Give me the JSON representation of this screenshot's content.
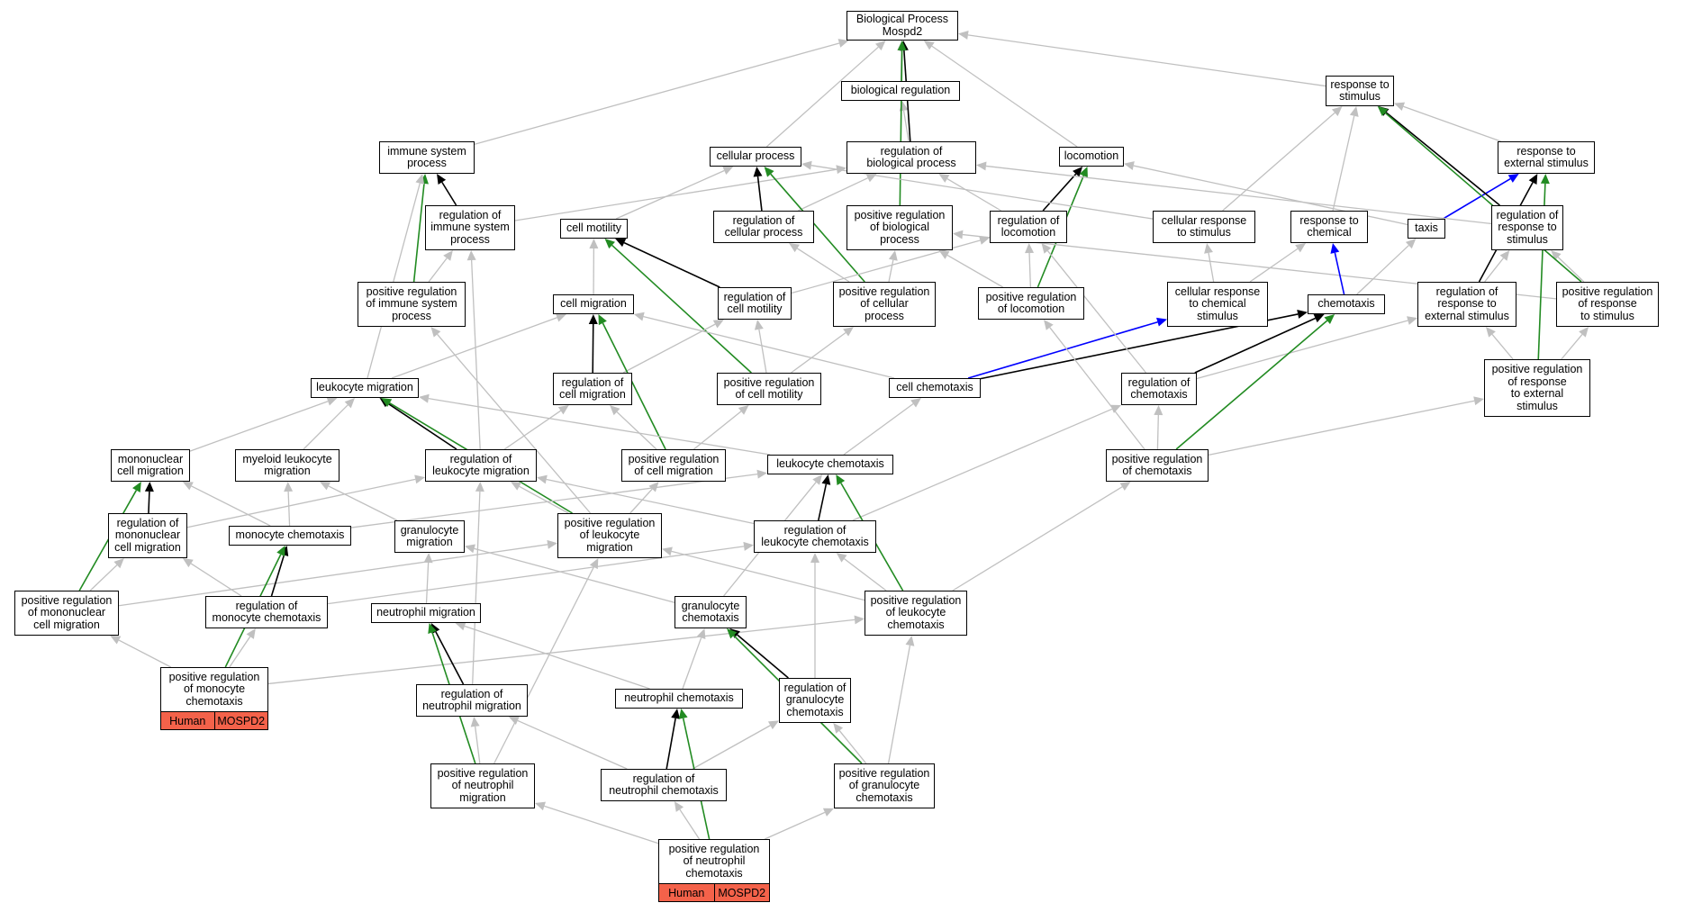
{
  "colors": {
    "gray": "#c0c0c0",
    "black": "#000000",
    "green": "#228b22",
    "blue": "#0000ff",
    "badge": "#f4624a"
  },
  "nodes": {
    "bp": "Biological Process\nMospd2",
    "br": "biological regulation",
    "rts": "response to\nstimulus",
    "isp": "immune system\nprocess",
    "cp": "cellular process",
    "rbp": "regulation of\nbiological process",
    "loc": "locomotion",
    "rtes": "response to\nexternal stimulus",
    "risp": "regulation of\nimmune system\nprocess",
    "cmot": "cell motility",
    "rcp": "regulation of\ncellular process",
    "prbp": "positive regulation\nof biological\nprocess",
    "rloc": "regulation of\nlocomotion",
    "crts": "cellular response\nto stimulus",
    "rtc": "response to\nchemical",
    "taxis": "taxis",
    "rrts": "regulation of\nresponse to\nstimulus",
    "prisp": "positive regulation\nof immune system\nprocess",
    "cmig": "cell migration",
    "rcmot": "regulation of\ncell motility",
    "prcp": "positive regulation\nof cellular\nprocess",
    "prloc": "positive regulation\nof locomotion",
    "crcs": "cellular response\nto chemical\nstimulus",
    "chemo": "chemotaxis",
    "rrtes": "regulation of\nresponse to\nexternal stimulus",
    "prrts": "positive regulation\nof response\nto stimulus",
    "lmig": "leukocyte migration",
    "rcmig": "regulation of\ncell migration",
    "prcmot": "positive regulation\nof cell motility",
    "cchemo": "cell chemotaxis",
    "rchemo": "regulation of\nchemotaxis",
    "prrtes": "positive regulation\nof response\nto external\nstimulus",
    "mncm": "mononuclear\ncell migration",
    "mlm": "myeloid leukocyte\nmigration",
    "rlmig": "regulation of\nleukocyte migration",
    "prcmig": "positive regulation\nof cell migration",
    "lchemo": "leukocyte chemotaxis",
    "prchemo": "positive regulation\nof chemotaxis",
    "rmncm": "regulation of\nmononuclear\ncell migration",
    "mchemo": "monocyte chemotaxis",
    "gmig": "granulocyte\nmigration",
    "prlmig": "positive regulation\nof leukocyte\nmigration",
    "rlchemo": "regulation of\nleukocyte chemotaxis",
    "prmncm": "positive regulation\nof mononuclear\ncell migration",
    "rmchemo": "regulation of\nmonocyte chemotaxis",
    "nmig": "neutrophil migration",
    "gchemo": "granulocyte\nchemotaxis",
    "prlchemo": "positive regulation\nof leukocyte\nchemotaxis",
    "prmchemo": "positive regulation\nof monocyte\nchemotaxis",
    "rnmig": "regulation of\nneutrophil migration",
    "nchemo": "neutrophil chemotaxis",
    "rgchemo": "regulation of\ngranulocyte\nchemotaxis",
    "prnmig": "positive regulation\nof neutrophil\nmigration",
    "rnchemo": "regulation of\nneutrophil chemotaxis",
    "prgchemo": "positive regulation\nof granulocyte\nchemotaxis",
    "prnchemo": "positive regulation\nof neutrophil\nchemotaxis"
  },
  "annotations": [
    {
      "node": "prmchemo",
      "species": "Human",
      "gene": "MOSPD2"
    },
    {
      "node": "prnchemo",
      "species": "Human",
      "gene": "MOSPD2"
    }
  ],
  "edges": [
    [
      "br",
      "bp",
      "g"
    ],
    [
      "rbp",
      "br",
      "g"
    ],
    [
      "rbp",
      "bp",
      "k"
    ],
    [
      "prbp",
      "bp",
      "G"
    ],
    [
      "isp",
      "bp",
      "g"
    ],
    [
      "cp",
      "bp",
      "g"
    ],
    [
      "loc",
      "bp",
      "g"
    ],
    [
      "rts",
      "bp",
      "g"
    ],
    [
      "risp",
      "isp",
      "k"
    ],
    [
      "prisp",
      "isp",
      "G"
    ],
    [
      "lmig",
      "isp",
      "g"
    ],
    [
      "risp",
      "rbp",
      "g"
    ],
    [
      "prisp",
      "risp",
      "g"
    ],
    [
      "cmot",
      "cp",
      "g"
    ],
    [
      "rcp",
      "cp",
      "k"
    ],
    [
      "rcp",
      "rbp",
      "g"
    ],
    [
      "prcp",
      "cp",
      "G"
    ],
    [
      "prcp",
      "rcp",
      "g"
    ],
    [
      "prcp",
      "prbp",
      "g"
    ],
    [
      "rloc",
      "loc",
      "k"
    ],
    [
      "prloc",
      "loc",
      "G"
    ],
    [
      "rloc",
      "rbp",
      "g"
    ],
    [
      "prloc",
      "rloc",
      "g"
    ],
    [
      "prloc",
      "prbp",
      "g"
    ],
    [
      "crts",
      "cp",
      "g"
    ],
    [
      "crts",
      "rts",
      "g"
    ],
    [
      "crcs",
      "crts",
      "g"
    ],
    [
      "crcs",
      "rtc",
      "g"
    ],
    [
      "rtc",
      "rts",
      "g"
    ],
    [
      "rtes",
      "rts",
      "g"
    ],
    [
      "taxis",
      "rtes",
      "B"
    ],
    [
      "taxis",
      "loc",
      "g"
    ],
    [
      "rrts",
      "rts",
      "k"
    ],
    [
      "rrts",
      "rbp",
      "g"
    ],
    [
      "prrts",
      "rrts",
      "g"
    ],
    [
      "prrts",
      "rts",
      "G"
    ],
    [
      "prrts",
      "prbp",
      "g"
    ],
    [
      "rrtes",
      "rtes",
      "k"
    ],
    [
      "rrtes",
      "rrts",
      "g"
    ],
    [
      "prrtes",
      "rrtes",
      "g"
    ],
    [
      "prrtes",
      "rtes",
      "G"
    ],
    [
      "prrtes",
      "prrts",
      "g"
    ],
    [
      "cmig",
      "cmot",
      "g"
    ],
    [
      "rcmot",
      "cmot",
      "k"
    ],
    [
      "rcmot",
      "rloc",
      "g"
    ],
    [
      "prcmot",
      "cmot",
      "G"
    ],
    [
      "prcmot",
      "rcmot",
      "g"
    ],
    [
      "prcmot",
      "prcp",
      "g"
    ],
    [
      "rcmig",
      "cmig",
      "k"
    ],
    [
      "rcmig",
      "rcmot",
      "g"
    ],
    [
      "prcmig",
      "cmig",
      "G"
    ],
    [
      "prcmig",
      "prcmot",
      "g"
    ],
    [
      "prcmig",
      "rcmig",
      "g"
    ],
    [
      "chemo",
      "taxis",
      "g"
    ],
    [
      "chemo",
      "rtc",
      "B"
    ],
    [
      "cchemo",
      "crcs",
      "B"
    ],
    [
      "cchemo",
      "chemo",
      "k"
    ],
    [
      "cchemo",
      "cmig",
      "g"
    ],
    [
      "rchemo",
      "chemo",
      "k"
    ],
    [
      "rchemo",
      "rloc",
      "g"
    ],
    [
      "rchemo",
      "rrtes",
      "g"
    ],
    [
      "prchemo",
      "rchemo",
      "g"
    ],
    [
      "prchemo",
      "chemo",
      "G"
    ],
    [
      "prchemo",
      "prloc",
      "g"
    ],
    [
      "prchemo",
      "prrtes",
      "g"
    ],
    [
      "lmig",
      "cmig",
      "g"
    ],
    [
      "rlmig",
      "lmig",
      "k"
    ],
    [
      "rlmig",
      "rcmig",
      "g"
    ],
    [
      "rlmig",
      "risp",
      "g"
    ],
    [
      "prlmig",
      "lmig",
      "G"
    ],
    [
      "prlmig",
      "rlmig",
      "g"
    ],
    [
      "prlmig",
      "prcmig",
      "g"
    ],
    [
      "prlmig",
      "prisp",
      "g"
    ],
    [
      "mncm",
      "lmig",
      "g"
    ],
    [
      "mlm",
      "lmig",
      "g"
    ],
    [
      "lchemo",
      "lmig",
      "g"
    ],
    [
      "lchemo",
      "cchemo",
      "g"
    ],
    [
      "rlchemo",
      "lchemo",
      "k"
    ],
    [
      "rlchemo",
      "rlmig",
      "g"
    ],
    [
      "rlchemo",
      "rchemo",
      "g"
    ],
    [
      "prlchemo",
      "lchemo",
      "G"
    ],
    [
      "prlchemo",
      "rlchemo",
      "g"
    ],
    [
      "prlchemo",
      "prlmig",
      "g"
    ],
    [
      "prlchemo",
      "prchemo",
      "g"
    ],
    [
      "rmncm",
      "mncm",
      "k"
    ],
    [
      "rmncm",
      "rlmig",
      "g"
    ],
    [
      "prmncm",
      "mncm",
      "G"
    ],
    [
      "prmncm",
      "rmncm",
      "g"
    ],
    [
      "prmncm",
      "prlmig",
      "g"
    ],
    [
      "mchemo",
      "mncm",
      "g"
    ],
    [
      "mchemo",
      "mlm",
      "g"
    ],
    [
      "mchemo",
      "lchemo",
      "g"
    ],
    [
      "rmchemo",
      "mchemo",
      "k"
    ],
    [
      "rmchemo",
      "rmncm",
      "g"
    ],
    [
      "rmchemo",
      "rlchemo",
      "g"
    ],
    [
      "prmchemo",
      "mchemo",
      "G"
    ],
    [
      "prmchemo",
      "rmchemo",
      "g"
    ],
    [
      "prmchemo",
      "prmncm",
      "g"
    ],
    [
      "prmchemo",
      "prlchemo",
      "g"
    ],
    [
      "gmig",
      "mlm",
      "g"
    ],
    [
      "nmig",
      "gmig",
      "g"
    ],
    [
      "gchemo",
      "gmig",
      "g"
    ],
    [
      "gchemo",
      "lchemo",
      "g"
    ],
    [
      "rnmig",
      "nmig",
      "k"
    ],
    [
      "rnmig",
      "rlmig",
      "g"
    ],
    [
      "prnmig",
      "nmig",
      "G"
    ],
    [
      "prnmig",
      "rnmig",
      "g"
    ],
    [
      "prnmig",
      "prlmig",
      "g"
    ],
    [
      "nchemo",
      "nmig",
      "g"
    ],
    [
      "nchemo",
      "gchemo",
      "g"
    ],
    [
      "rgchemo",
      "gchemo",
      "k"
    ],
    [
      "rgchemo",
      "rlchemo",
      "g"
    ],
    [
      "rnchemo",
      "nchemo",
      "k"
    ],
    [
      "rnchemo",
      "rnmig",
      "g"
    ],
    [
      "rnchemo",
      "rgchemo",
      "g"
    ],
    [
      "prgchemo",
      "gchemo",
      "G"
    ],
    [
      "prgchemo",
      "rgchemo",
      "g"
    ],
    [
      "prgchemo",
      "prlchemo",
      "g"
    ],
    [
      "prnchemo",
      "nchemo",
      "G"
    ],
    [
      "prnchemo",
      "rnchemo",
      "g"
    ],
    [
      "prnchemo",
      "prnmig",
      "g"
    ],
    [
      "prnchemo",
      "prgchemo",
      "g"
    ]
  ]
}
